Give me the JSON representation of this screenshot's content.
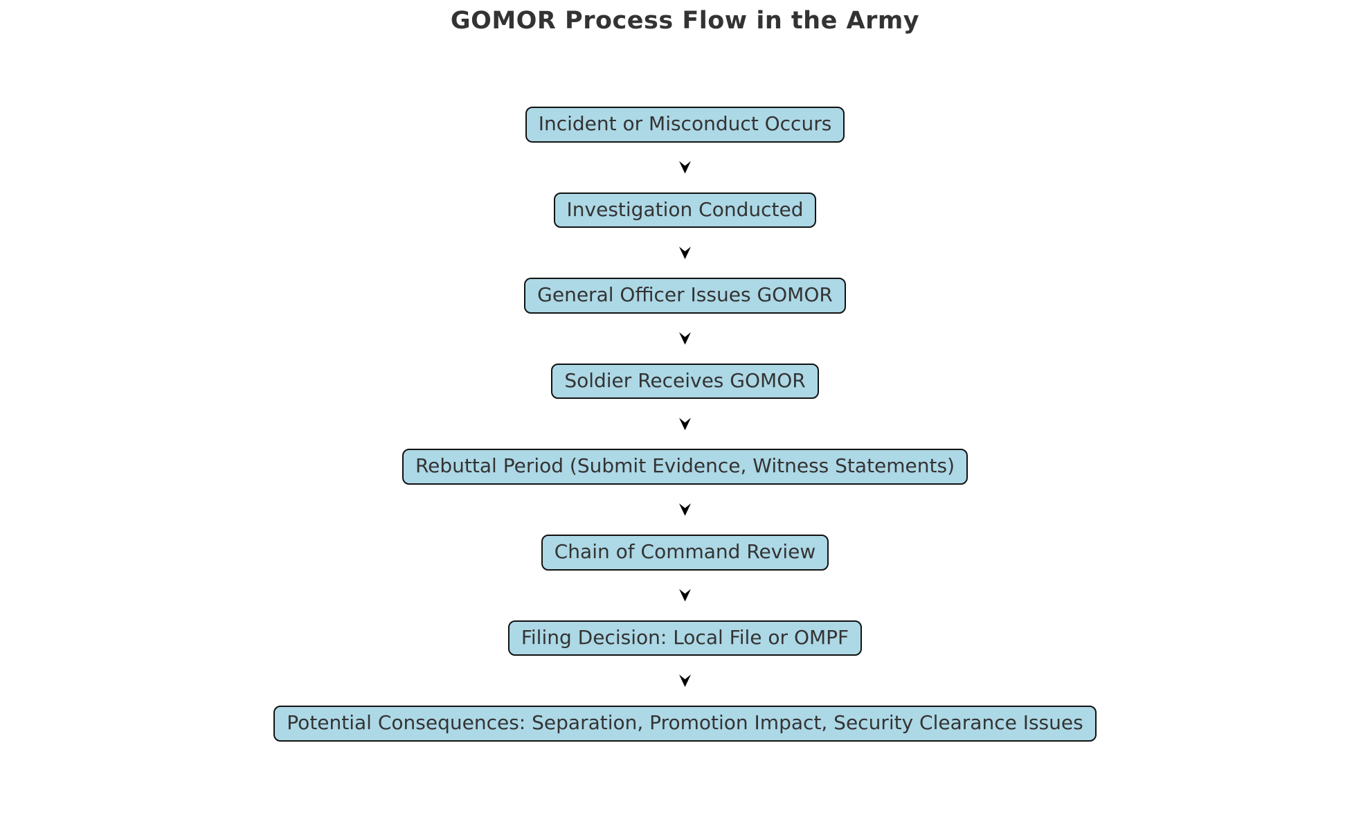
{
  "title": "GOMOR Process Flow in the Army",
  "flow": {
    "steps": [
      "Incident or Misconduct Occurs",
      "Investigation Conducted",
      "General Officer Issues GOMOR",
      "Soldier Receives GOMOR",
      "Rebuttal Period (Submit Evidence, Witness Statements)",
      "Chain of Command Review",
      "Filing Decision: Local File or OMPF",
      "Potential Consequences: Separation, Promotion Impact, Security Clearance Issues"
    ],
    "connector": "down-arrowhead"
  },
  "colors": {
    "node_fill": "#ADD8E6",
    "node_border": "#111111",
    "text": "#333333",
    "arrow": "#000000",
    "background": "#ffffff"
  }
}
